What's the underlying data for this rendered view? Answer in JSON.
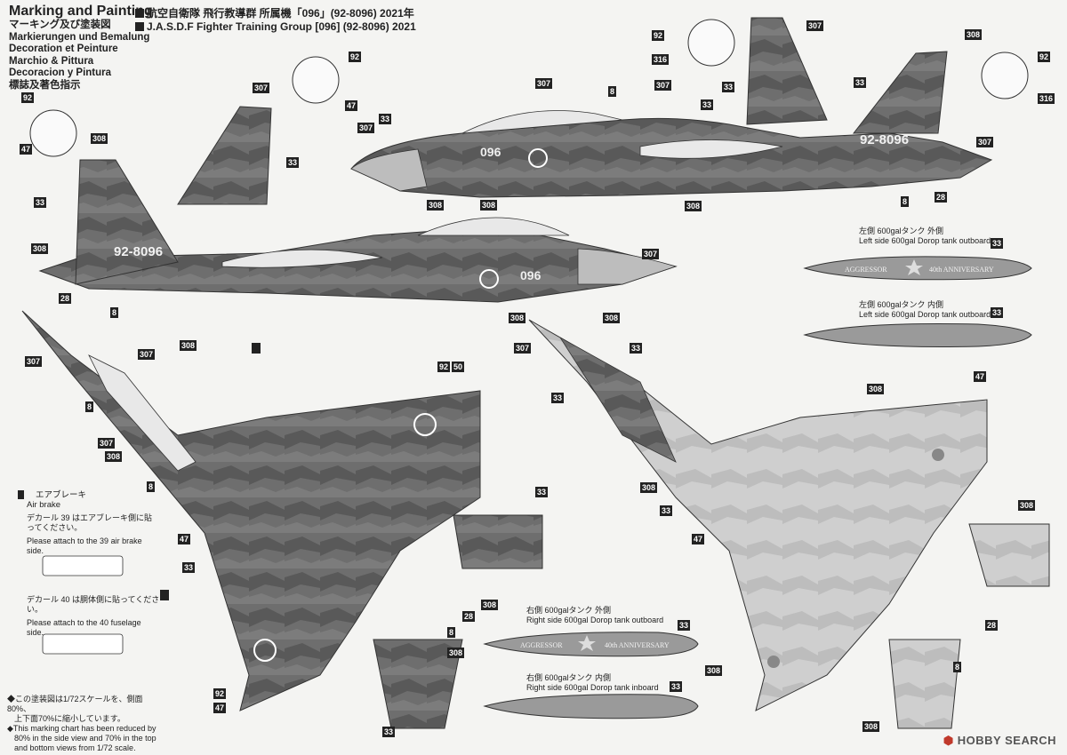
{
  "header": {
    "title": "Marking and Painting",
    "langs": [
      "マーキング及び塗装図",
      "Markierungen und Bemalung",
      "Decoration et Peinture",
      "Marchio & Pittura",
      "Decoracion y Pintura",
      "標誌及著色指示"
    ],
    "aircraft_jp": "航空自衛隊 飛行教導群 所属機「096」(92-8096) 2021年",
    "aircraft_en": "J.A.S.D.F Fighter Training Group [096] (92-8096) 2021"
  },
  "tail_code": "92-8096",
  "nose_number": "096",
  "tank_left_outboard": {
    "jp": "左側 600galタンク 外側",
    "en": "Left side 600gal Dorop tank outboard",
    "text1": "AGGRESSOR",
    "text2": "40th ANNIVERSARY"
  },
  "tank_left_inboard": {
    "jp": "左側 600galタンク 内側",
    "en": "Left side 600gal Dorop tank outboard"
  },
  "tank_right_outboard": {
    "jp": "右側 600galタンク 外側",
    "en": "Right side 600gal Dorop tank outboard",
    "text1": "AGGRESSOR",
    "text2": "40th ANNIVERSARY"
  },
  "tank_right_inboard": {
    "jp": "右側 600galタンク 内側",
    "en": "Right side 600gal Dorop tank inboard"
  },
  "air_brake": {
    "title_jp": "エアブレーキ",
    "title_en": "Air brake",
    "note39_jp": "デカール 39 はエアブレーキ側に貼ってください。",
    "note39_en": "Please attach to the 39 air brake side.",
    "note40_jp": "デカール 40 は胴体側に貼ってください。",
    "note40_en": "Please attach to the 40 fuselage side."
  },
  "footer": {
    "jp1": "◆この塗装図は1/72スケールを、側面80%、",
    "jp2": "上下面70%に縮小しています。",
    "en1": "◆This marking chart has been reduced by",
    "en2": "80% in the side view and 70% in the top",
    "en3": "and bottom views from 1/72 scale."
  },
  "callouts": [
    "307",
    "308",
    "33",
    "8",
    "47",
    "92",
    "28",
    "316",
    "50"
  ],
  "watermark": "HOBBY SEARCH",
  "colors": {
    "camo_dark": "#6b6b6b",
    "camo_mid": "#8f8f8f",
    "camo_light": "#c9c9c9",
    "outline": "#333333",
    "tag_bg": "#222222"
  }
}
